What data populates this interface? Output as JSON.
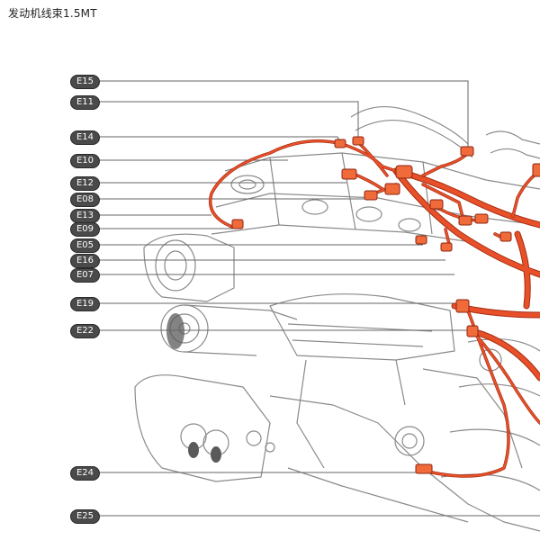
{
  "title": "发动机线束1.5MT",
  "labels": [
    {
      "id": "E15"
    },
    {
      "id": "E11"
    },
    {
      "id": "E14"
    },
    {
      "id": "E10"
    },
    {
      "id": "E12"
    },
    {
      "id": "E08"
    },
    {
      "id": "E13"
    },
    {
      "id": "E09"
    },
    {
      "id": "E05"
    },
    {
      "id": "E16"
    },
    {
      "id": "E07"
    },
    {
      "id": "E19"
    },
    {
      "id": "E22"
    },
    {
      "id": "E24"
    },
    {
      "id": "E25"
    }
  ],
  "colors": {
    "harness": "#e8502a",
    "harness_dark": "#a32e12",
    "line": "#666666",
    "pill": "#4a4a4a"
  }
}
